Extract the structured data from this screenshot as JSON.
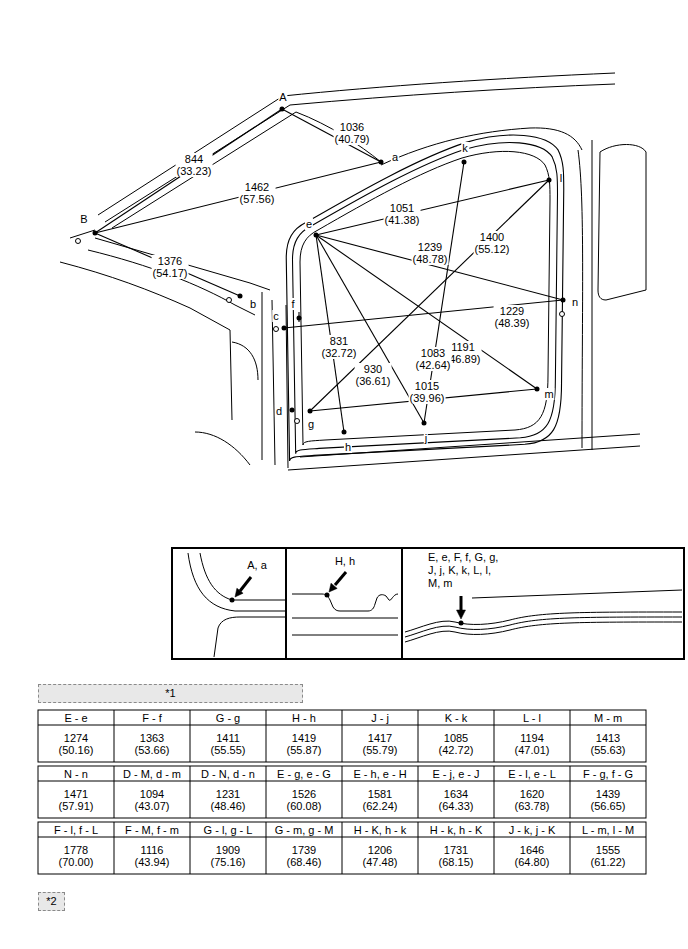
{
  "diagram": {
    "nodes": [
      {
        "text": [
          "A, a"
        ]
      },
      {
        "text": [
          "H, h"
        ]
      },
      {
        "text": [
          "E, e, F, f, G, g, J, j, K, k, L, l, M, m"
        ]
      },
      {
        "text": [
          "*1"
        ]
      },
      {
        "text": [
          "*2"
        ]
      }
    ],
    "labels": [
      "A",
      "a",
      "B",
      "b",
      "c",
      "d",
      "e",
      "f",
      "g",
      "h",
      "j",
      "k",
      "l",
      "m",
      "n",
      "1036 (40.79)",
      "844 (33.23)",
      "1462 (57.56)",
      "1051 (41.38)",
      "1239 (48.78)",
      "1400 (55.12)",
      "1376 (54.17)",
      "1229 (48.39)",
      "831 (32.72)",
      "1191 (46.89)",
      "1083 (42.64)",
      "930 (36.61)",
      "1015 (39.96)",
      "E - e",
      "F - f",
      "G - g",
      "H - h",
      "J - j",
      "K - k",
      "L - l",
      "M - m",
      "1274 (50.16)",
      "1363 (53.66)",
      "1411 (55.55)",
      "1419 (55.87)",
      "1417 (55.79)",
      "1085 (42.72)",
      "1194 (47.01)",
      "1413 (55.63)",
      "N - n",
      "D - M, d - m",
      "D - N, d - n",
      "E - g, e - G",
      "E - h, e - H",
      "E - j, e - J",
      "E - l, e - L",
      "F - g, f - G",
      "1471 (57.91)",
      "1094 (43.07)",
      "1231 (48.46)",
      "1526 (60.08)",
      "1581 (62.24)",
      "1634 (64.33)",
      "1620 (63.78)",
      "1439 (56.65)",
      "F - l, f - L",
      "F - M, f - m",
      "G - l, g - L",
      "G - m, g - M",
      "H - K, h - k",
      "H - k, h - K",
      "J - k, j - K",
      "L - m, l - M",
      "1778 (70.00)",
      "1116 (43.94)",
      "1909 (75.16)",
      "1739 (68.46)",
      "1206 (47.48)",
      "1731 (68.15)",
      "1646 (64.80)",
      "1555 (61.22)"
    ]
  }
}
